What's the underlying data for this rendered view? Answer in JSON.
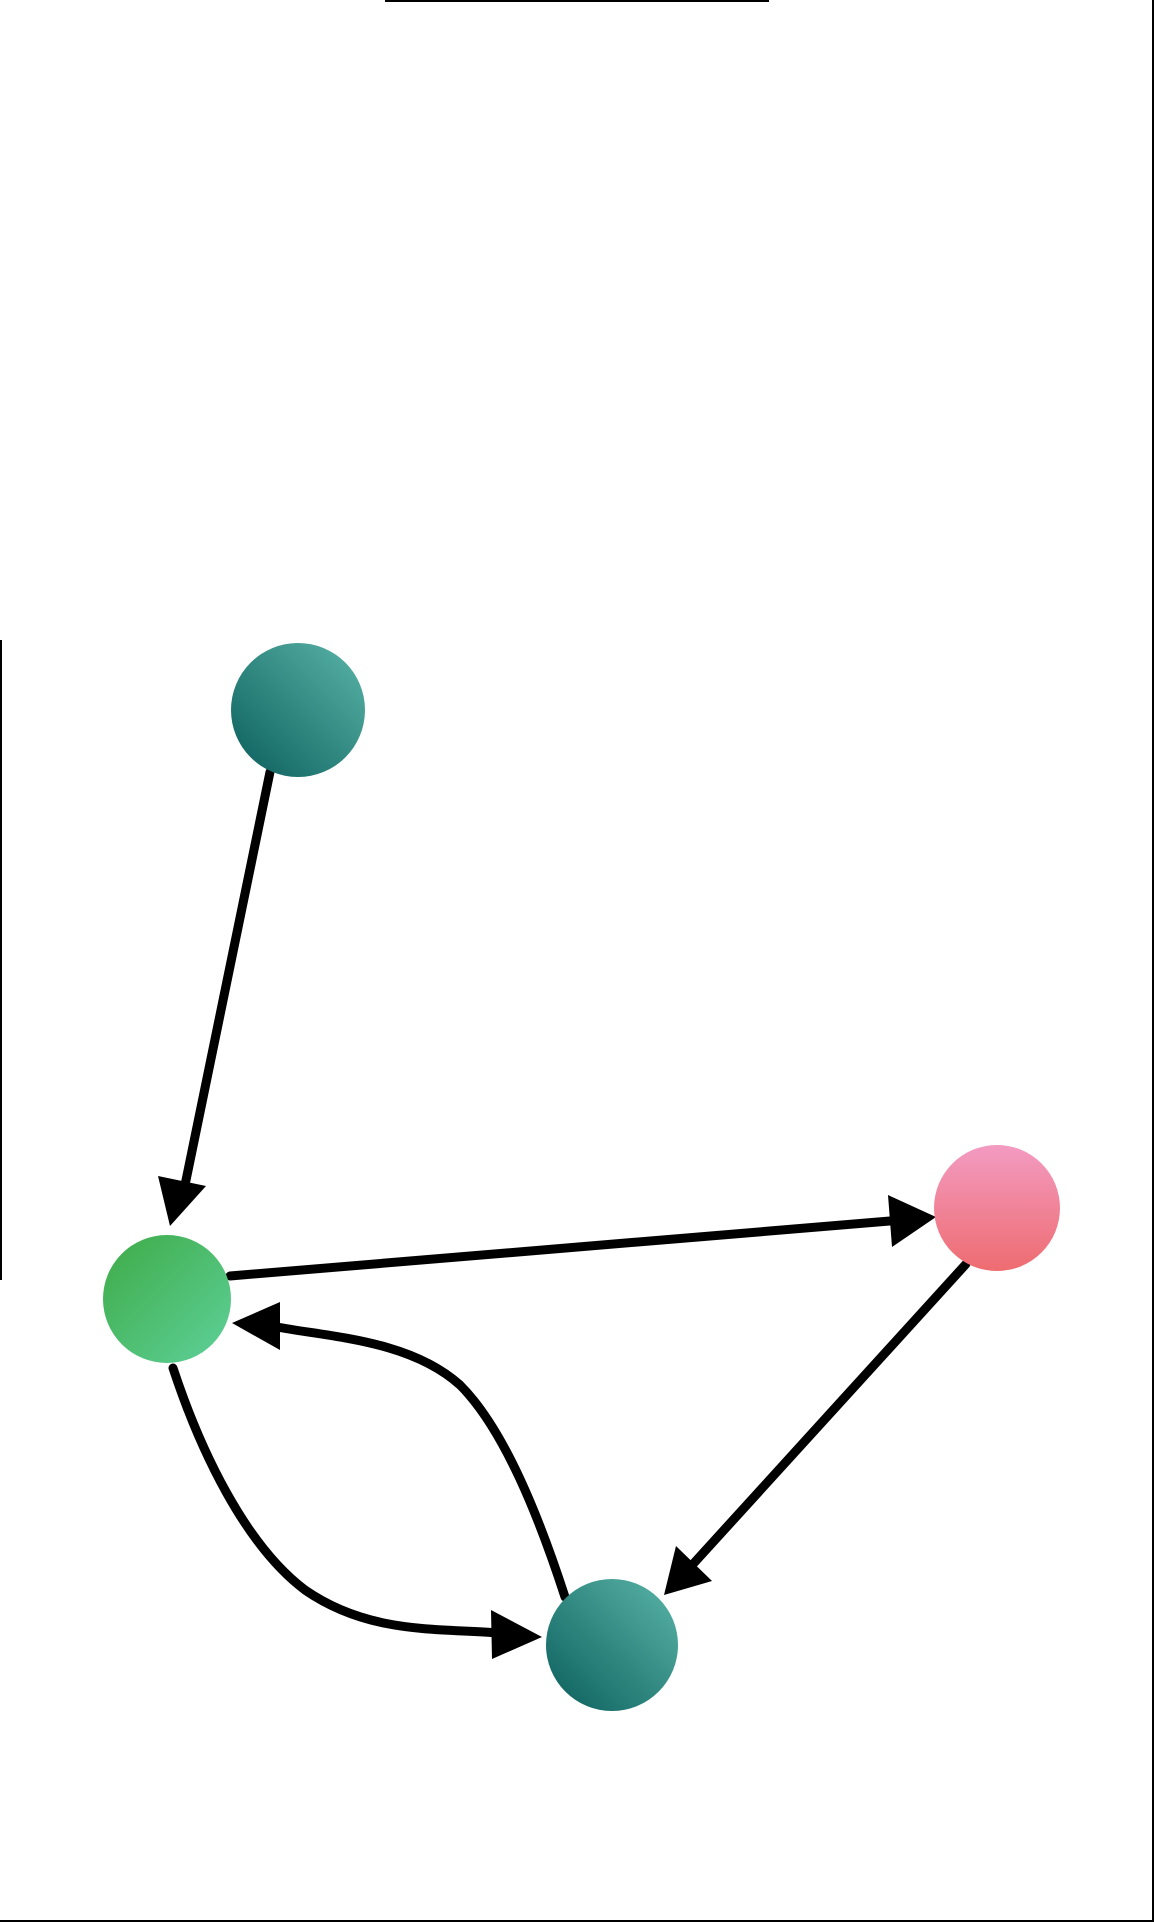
{
  "diagram": {
    "type": "directed-graph",
    "colors": {
      "teal_light": "#5bb5a8",
      "teal_dark": "#0a5e5c",
      "green_dark": "#3eaa46",
      "green_light": "#5ed19a",
      "pink_top": "#f39bc2",
      "pink_bottom": "#ee6c70",
      "edge": "#000000",
      "background": "#ffffff"
    },
    "nodes": [
      {
        "id": "top-teal",
        "shape": "circle",
        "fill": "teal-gradient",
        "label": ""
      },
      {
        "id": "left-green",
        "shape": "circle",
        "fill": "green-gradient",
        "label": ""
      },
      {
        "id": "right-pink",
        "shape": "circle",
        "fill": "pink-gradient",
        "label": ""
      },
      {
        "id": "bottom-teal",
        "shape": "circle",
        "fill": "teal-gradient",
        "label": ""
      }
    ],
    "edges": [
      {
        "from": "top-teal",
        "to": "left-green",
        "directed": true
      },
      {
        "from": "left-green",
        "to": "right-pink",
        "directed": true
      },
      {
        "from": "right-pink",
        "to": "bottom-teal",
        "directed": true
      },
      {
        "from": "left-green",
        "to": "bottom-teal",
        "directed": true
      },
      {
        "from": "bottom-teal",
        "to": "left-green",
        "directed": true
      }
    ]
  }
}
